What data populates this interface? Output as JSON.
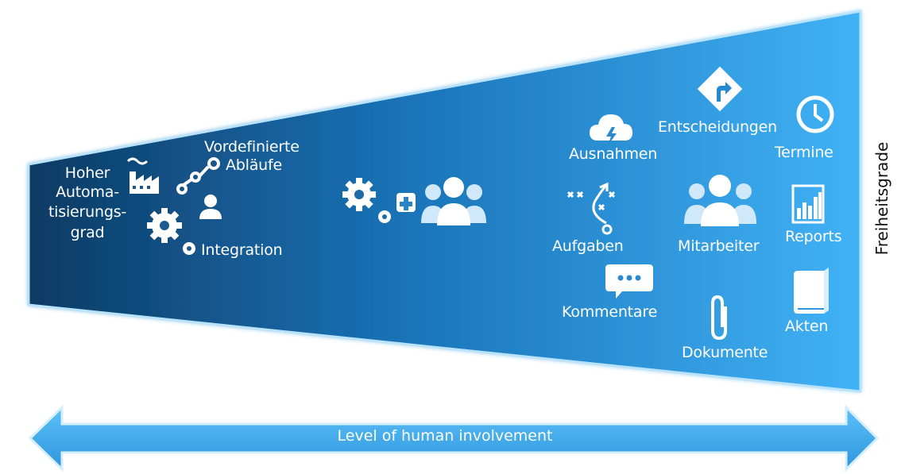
{
  "funnel": {
    "left_label": "Hoher\nAutoma-\ntisierungs-\ngrad",
    "left_labels": [
      "Hoher",
      "Automa-",
      "tisierungs-",
      "grad"
    ],
    "vordefinierte": [
      "Vordefinierte",
      "Abläufe"
    ],
    "integration": "Integration",
    "ausnahmen": "Ausnahmen",
    "entscheidungen": "Entscheidungen",
    "termine": "Termine",
    "aufgaben": "Aufgaben",
    "mitarbeiter": "Mitarbeiter",
    "reports": "Reports",
    "kommentare": "Kommentare",
    "dokumente": "Dokumente",
    "akten": "Akten"
  },
  "side_label": "Freiheitsgrade",
  "arrow_label": "Level of human involvement",
  "colors": {
    "funnel_dark": "#0d3f6e",
    "funnel_light": "#3fb0f5",
    "arrow": "#3aa8ee",
    "icon": "#ffffff"
  },
  "icons": [
    "factory-icon",
    "workflow-icon",
    "person-icon",
    "gears-icon",
    "gear-plus-people-icon",
    "cloud-lightning-icon",
    "road-sign-icon",
    "clock-icon",
    "strategy-icon",
    "people-icon",
    "bar-chart-icon",
    "speech-bubble-icon",
    "paperclip-icon",
    "book-icon"
  ]
}
